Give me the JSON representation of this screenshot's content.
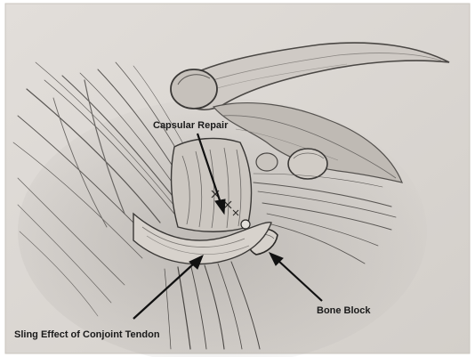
{
  "figure": {
    "labels": {
      "capsular_repair": "Capsular Repair",
      "bone_block": "Bone Block",
      "sling_effect": "Sling Effect of Conjoint Tendon"
    },
    "colors": {
      "paper": "#dcd8d3",
      "paper_edge": "#c9c4be",
      "pencil_dark": "#3a3836",
      "pencil_mid": "#7a7672",
      "pencil_light": "#a9a5a0",
      "label_text": "#1a1a1a"
    }
  }
}
